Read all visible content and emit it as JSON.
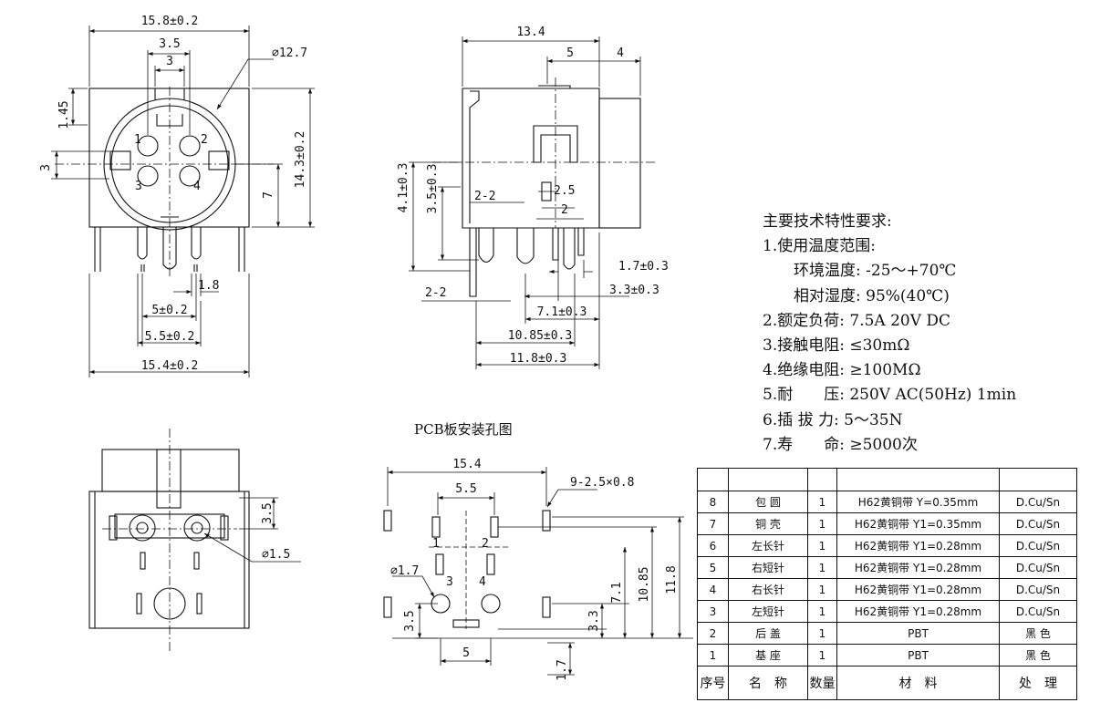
{
  "front_view": {
    "dims": {
      "top_width": "15.8±0.2",
      "pin_span": "3.5",
      "pin_inner": "3",
      "diameter": "⌀12.7",
      "height": "14.3±0.2",
      "center_height": "7",
      "left_offset": "1.45",
      "left_small": "3",
      "pin_width": "1.8",
      "pin_pitch": "5±0.2",
      "pin_outer": "5.5±0.2",
      "bottom_width": "15.4±0.2"
    },
    "pins": [
      "1",
      "2",
      "3",
      "4"
    ]
  },
  "side_view": {
    "dims": {
      "total_depth": "13.4",
      "mid": "5",
      "front_proj": "4",
      "h1": "4.1±0.3",
      "h2": "3.5±0.3",
      "section": "2-2",
      "section_bottom": "2-2",
      "w25": "2.5",
      "w2": "2",
      "d17": "1.7±0.3",
      "d33": "3.3±0.3",
      "d71": "7.1±0.3",
      "d1085": "10.85±0.3",
      "d118": "11.8±0.3"
    }
  },
  "bottom_view": {
    "dims": {
      "pin_gap": "3.5",
      "hole": "⌀1.5"
    }
  },
  "pcb_layout": {
    "title": "PCB板安装孔图",
    "dims": {
      "width": "15.4",
      "pin_spacing": "5.5",
      "slots": "9-2.5×0.8",
      "hole": "⌀1.7",
      "h118": "11.8",
      "h1085": "10.85",
      "h71": "7.1",
      "h33": "3.3",
      "h35": "3.5",
      "bottom_pitch": "5",
      "h17": "1.7"
    },
    "pins": [
      "1",
      "2",
      "3",
      "4"
    ]
  },
  "specs": {
    "heading": "主要技术特性要求:",
    "lines": [
      "1.使用温度范围:",
      "环境温度: -25～+70℃",
      "相对湿度: 95%(40℃)",
      "2.额定负荷: 7.5A 20V DC",
      "3.接触电阻: ≤30mΩ",
      "4.绝缘电阻: ≥100MΩ",
      "5.耐　　压: 250V AC(50Hz) 1min",
      "6.插 拔 力: 5～35N",
      "7.寿　　命: ≥5000次"
    ]
  },
  "bom": {
    "headers": [
      "序号",
      "名　称",
      "数量",
      "材　料",
      "处　理"
    ],
    "rows": [
      [
        "8",
        "包 圆",
        "1",
        "H62黄铜带 Y=0.35mm",
        "D.Cu/Sn"
      ],
      [
        "7",
        "铜 壳",
        "1",
        "H62黄铜带 Y1=0.35mm",
        "D.Cu/Sn"
      ],
      [
        "6",
        "左长针",
        "1",
        "H62黄铜带 Y1=0.28mm",
        "D.Cu/Sn"
      ],
      [
        "5",
        "右短针",
        "1",
        "H62黄铜带 Y1=0.28mm",
        "D.Cu/Sn"
      ],
      [
        "4",
        "右长针",
        "1",
        "H62黄铜带 Y1=0.28mm",
        "D.Cu/Sn"
      ],
      [
        "3",
        "左短针",
        "1",
        "H62黄铜带 Y1=0.28mm",
        "D.Cu/Sn"
      ],
      [
        "2",
        "后 盖",
        "1",
        "PBT",
        "黑 色"
      ],
      [
        "1",
        "基 座",
        "1",
        "PBT",
        "黑 色"
      ]
    ]
  }
}
